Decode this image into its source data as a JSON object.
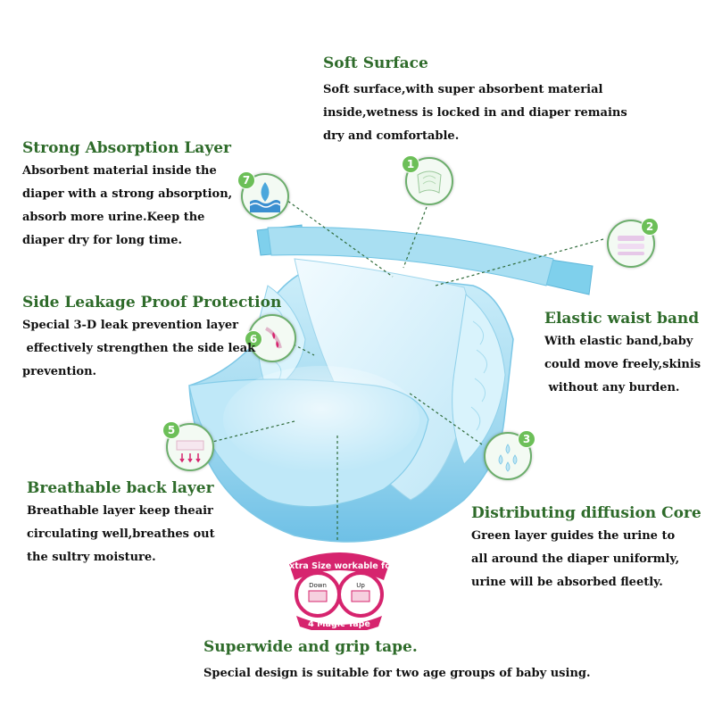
{
  "features": {
    "soft_surface": {
      "title": "Soft Surface",
      "lines": [
        "Soft surface,with super absorbent material",
        "inside,wetness is locked in and diaper remains",
        "dry and comfortable."
      ]
    },
    "strong_absorption": {
      "title": "Strong Absorption Layer",
      "lines": [
        "Absorbent material inside the",
        "diaper with a strong absorption,",
        "absorb more urine.Keep the",
        "diaper dry for long time."
      ]
    },
    "side_leakage": {
      "title": "Side Leakage Proof Protection",
      "lines": [
        "Special 3-D leak prevention layer",
        " effectively strengthen the side leak",
        "prevention."
      ]
    },
    "elastic_waist": {
      "title": "Elastic waist band",
      "lines": [
        "With elastic band,baby",
        "could move freely,skinis",
        " without any burden."
      ]
    },
    "breathable_back": {
      "title": "Breathable back layer",
      "lines": [
        "Breathable layer keep theair",
        "circulating well,breathes out",
        "the sultry moisture."
      ]
    },
    "diffusion_core": {
      "title": "Distributing diffusion Core",
      "lines": [
        "Green layer guides the urine to",
        "all around the diaper uniformly,",
        "urine will be absorbed fleetly."
      ]
    },
    "grip_tape": {
      "title": "Superwide and grip tape.",
      "lines": [
        "Special design is suitable for two age groups of baby using."
      ]
    }
  },
  "callouts": [
    {
      "number": "1",
      "icon": "fabric-icon"
    },
    {
      "number": "2",
      "icon": "waistband-icon"
    },
    {
      "number": "3",
      "icon": "droplets-icon"
    },
    {
      "number": "5",
      "icon": "airflow-icon"
    },
    {
      "number": "6",
      "icon": "leak-guard-icon"
    },
    {
      "number": "7",
      "icon": "water-drop-icon"
    }
  ],
  "tape_badge": {
    "top_text": "Extra Size workable for",
    "left_label": "Down",
    "right_label": "Up",
    "bottom_text": "4 Magic Tape"
  },
  "colors": {
    "heading": "#2e6b2a",
    "body_text": "#111111",
    "diaper": "#9fd8ef",
    "callout_number": "#6cbf58",
    "badge": "#d6246e"
  }
}
